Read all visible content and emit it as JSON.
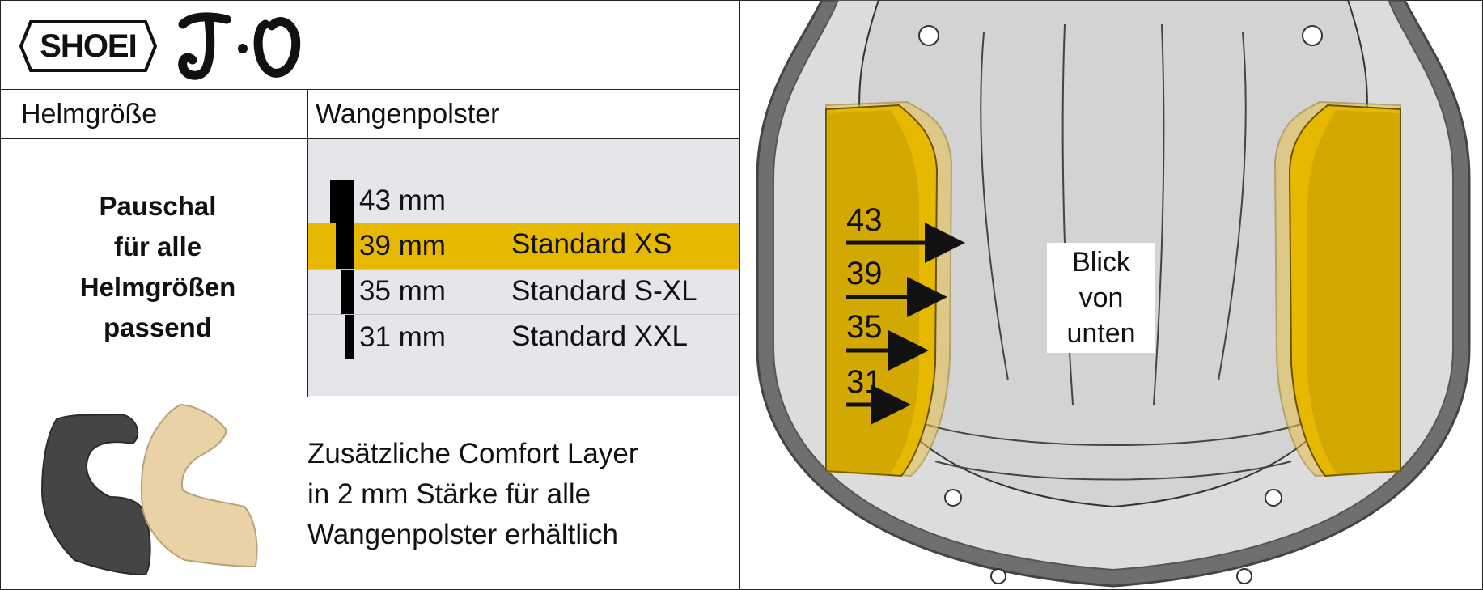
{
  "brand": {
    "logo_text": "SHOEI",
    "model_logo_text": "J·O"
  },
  "headers": {
    "helmet_size": "Helmgröße",
    "cheek_pads": "Wangenpolster"
  },
  "size_note": [
    "Pauschal",
    "für alle",
    "Helmgrößen",
    "passend"
  ],
  "cheek_pads": [
    {
      "thickness": "43 mm",
      "standard": ""
    },
    {
      "thickness": "39 mm",
      "standard": "Standard XS"
    },
    {
      "thickness": "35 mm",
      "standard": "Standard S-XL"
    },
    {
      "thickness": "31 mm",
      "standard": "Standard XXL"
    }
  ],
  "comfort_layer": [
    "Zusätzliche Comfort Layer",
    "in 2 mm Stärke für alle",
    "Wangenpolster erhältlich"
  ],
  "diagram": {
    "view_label": [
      "Blick von",
      "unten"
    ],
    "arrow_labels": [
      "43",
      "39",
      "35",
      "31"
    ]
  },
  "colors": {
    "accent": "#e6b800",
    "panel": "#e6e6ea",
    "helmet_shell": "#707070",
    "pad_dark": "#b08a00"
  }
}
